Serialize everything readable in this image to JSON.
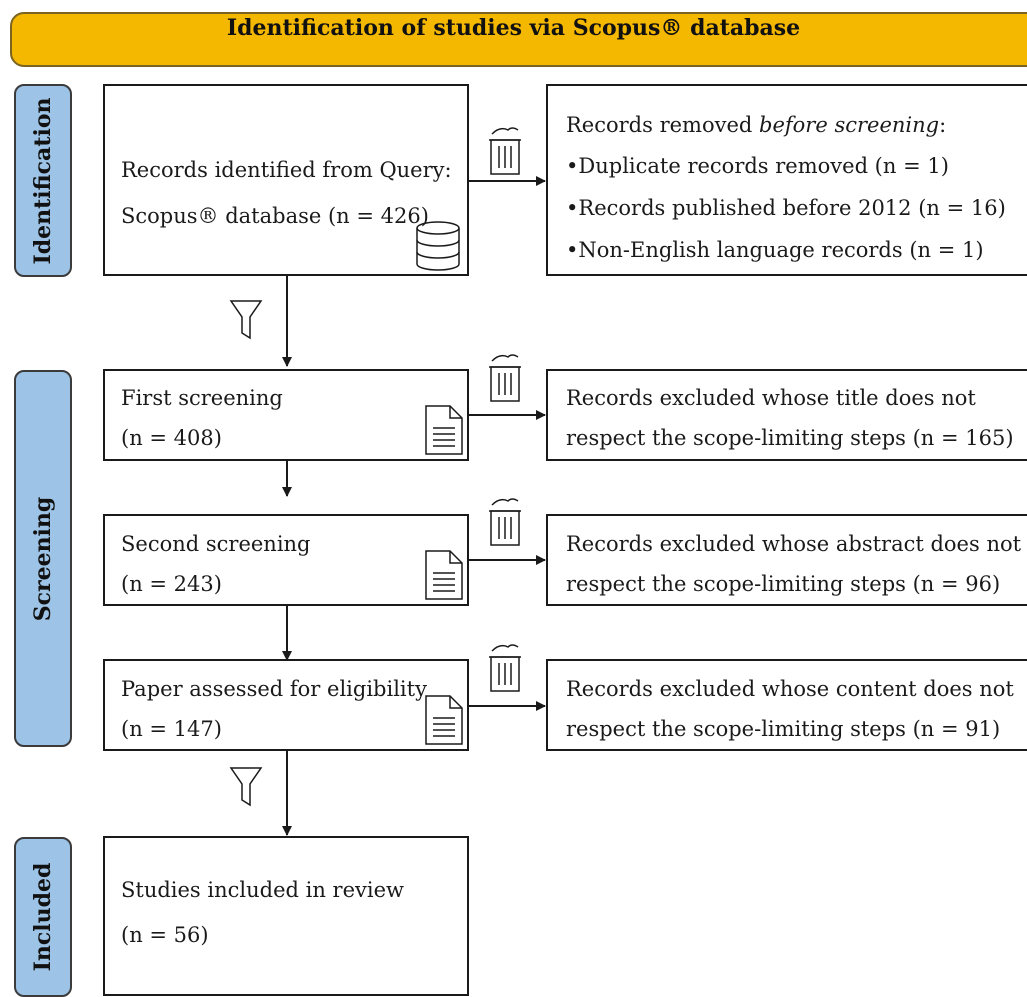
{
  "header": {
    "title": "Identification of studies via Scopus® database"
  },
  "phases": {
    "identification": "Identification",
    "screening": "Screening",
    "included": "Included"
  },
  "identification_box": {
    "line1": "Records identified from Query:",
    "line2": "Scopus® database (n = 426)"
  },
  "removed_box": {
    "title_prefix": "Records removed ",
    "title_emph": "before screening",
    "title_suffix": ":",
    "items": [
      "•Duplicate records removed (n = 1)",
      "•Records published before 2012 (n = 16)",
      "•Non-English language records (n = 1)"
    ]
  },
  "first_screening": {
    "label": "First screening",
    "count": "(n = 408)"
  },
  "first_excluded": {
    "line1": "Records excluded whose title does not",
    "line2": "respect the scope-limiting steps (n = 165)"
  },
  "second_screening": {
    "label": "Second screening",
    "count": "(n = 243)"
  },
  "second_excluded": {
    "line1": "Records excluded whose abstract does not",
    "line2": "respect the scope-limiting steps (n = 96)"
  },
  "eligibility": {
    "label": "Paper assessed for eligibility",
    "count": "(n = 147)"
  },
  "eligibility_excluded": {
    "line1": "Records excluded whose content does not",
    "line2": "respect the scope-limiting steps (n = 91)"
  },
  "included_box": {
    "label": "Studies included in review",
    "count": "(n = 56)"
  },
  "icons": {
    "trash": "trash-icon",
    "funnel": "funnel-icon",
    "database": "database-icon",
    "document": "document-icon"
  },
  "colors": {
    "header_bg": "#f5b800",
    "phase_bg": "#9dc3e6",
    "border": "#1a1a1a"
  }
}
